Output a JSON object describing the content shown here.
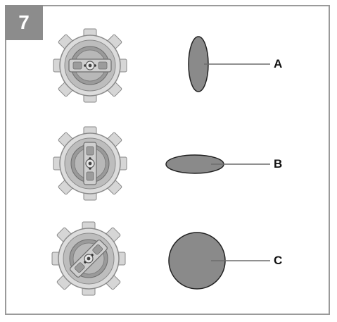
{
  "step": {
    "number": "7"
  },
  "patterns": [
    {
      "label": "A",
      "shape": "narrow-vertical-ellipse",
      "nozzle_orientation": "horizontal"
    },
    {
      "label": "B",
      "shape": "wide-horizontal-ellipse",
      "nozzle_orientation": "vertical"
    },
    {
      "label": "C",
      "shape": "round-circle",
      "nozzle_orientation": "diagonal"
    }
  ],
  "colors": {
    "frame": "#9a9a9a",
    "badge": "#8c8c8c",
    "spray_fill": "#8a8a8a",
    "nozzle_light": "#cfcfcf",
    "nozzle_dark": "#6e6e6e"
  }
}
